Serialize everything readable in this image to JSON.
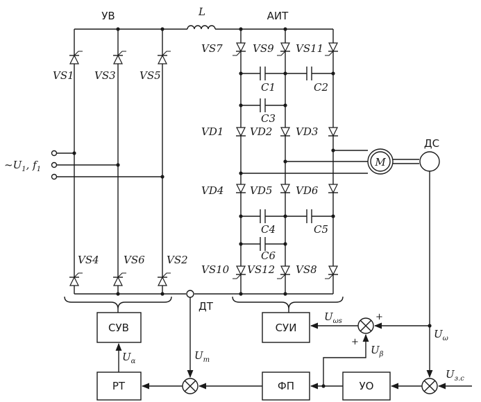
{
  "headers": {
    "rectifier": "УВ",
    "inverter": "АИТ",
    "inductor": "L"
  },
  "thyristors_rect": [
    "VS1",
    "VS3",
    "VS5",
    "VS4",
    "VS6",
    "VS2"
  ],
  "thyristors_inv": [
    "VS7",
    "VS9",
    "VS11",
    "VS10",
    "VS12",
    "VS8"
  ],
  "diodes": [
    "VD1",
    "VD2",
    "VD3",
    "VD4",
    "VD5",
    "VD6"
  ],
  "capacitors": [
    "C1",
    "C2",
    "C3",
    "C4",
    "C5",
    "C6"
  ],
  "supply": {
    "prefix": "~",
    "u": "U",
    "u_sub": "1",
    "sep": ", ",
    "f": "f",
    "f_sub": "1"
  },
  "motor": "M",
  "sensors": {
    "speed": "ДС",
    "current": "ДТ"
  },
  "blocks": {
    "suv": "СУВ",
    "sui": "СУИ",
    "rt": "РТ",
    "fp": "ФП",
    "uo": "УО"
  },
  "signals": {
    "u_alpha": {
      "main": "U",
      "sub": "α"
    },
    "u_t": {
      "main": "U",
      "sub": "т"
    },
    "u_ws": {
      "main": "U",
      "sub": "ωs"
    },
    "u_beta": {
      "main": "U",
      "sub": "β"
    },
    "u_w": {
      "main": "U",
      "sub": "ω"
    },
    "u_zs": {
      "main": "U",
      "sub": "з.с"
    }
  },
  "signs": {
    "plus": "+"
  }
}
